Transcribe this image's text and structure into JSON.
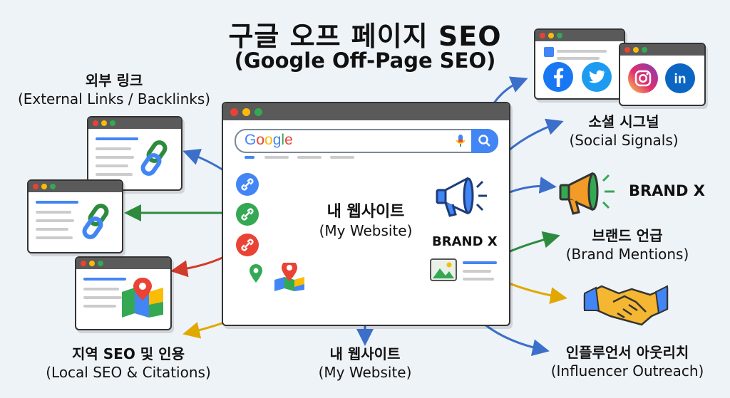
{
  "title": {
    "korean": "구글 오프 페이지 SEO",
    "english": "(Google Off-Page SEO)"
  },
  "main_window": {
    "search_logo": "Google",
    "center_label_ko": "내 웹사이트",
    "center_label_en": "(My Website)",
    "brand_label": "BRAND X"
  },
  "labels": {
    "external_links": {
      "ko": "외부 링크",
      "en": "(External Links / Backlinks)"
    },
    "local_seo": {
      "ko": "지역 SEO 및 인용",
      "en": "(Local SEO & Citations)"
    },
    "my_website_bottom": {
      "ko": "내 웹사이트",
      "en": "(My Website)"
    },
    "social_signals": {
      "ko": "소셜 시그널",
      "en": "(Social Signals)"
    },
    "brand_x": "BRAND X",
    "brand_mentions": {
      "ko": "브랜드 언급",
      "en": "(Brand Mentions)"
    },
    "influencer": {
      "ko": "인플루언서 아웃리치",
      "en": "(Influencer Outreach)"
    }
  },
  "icons": [
    "link-icon",
    "map-pin-icon",
    "map-icon",
    "megaphone-icon",
    "image-icon",
    "facebook-icon",
    "twitter-icon",
    "instagram-icon",
    "linkedin-icon",
    "handshake-icon",
    "search-icon",
    "microphone-icon"
  ],
  "colors": {
    "blue": "#4285f4",
    "green": "#34a853",
    "red": "#ea4335",
    "yellow": "#fbbc05",
    "arrow_blue": "#3b6fc9"
  }
}
